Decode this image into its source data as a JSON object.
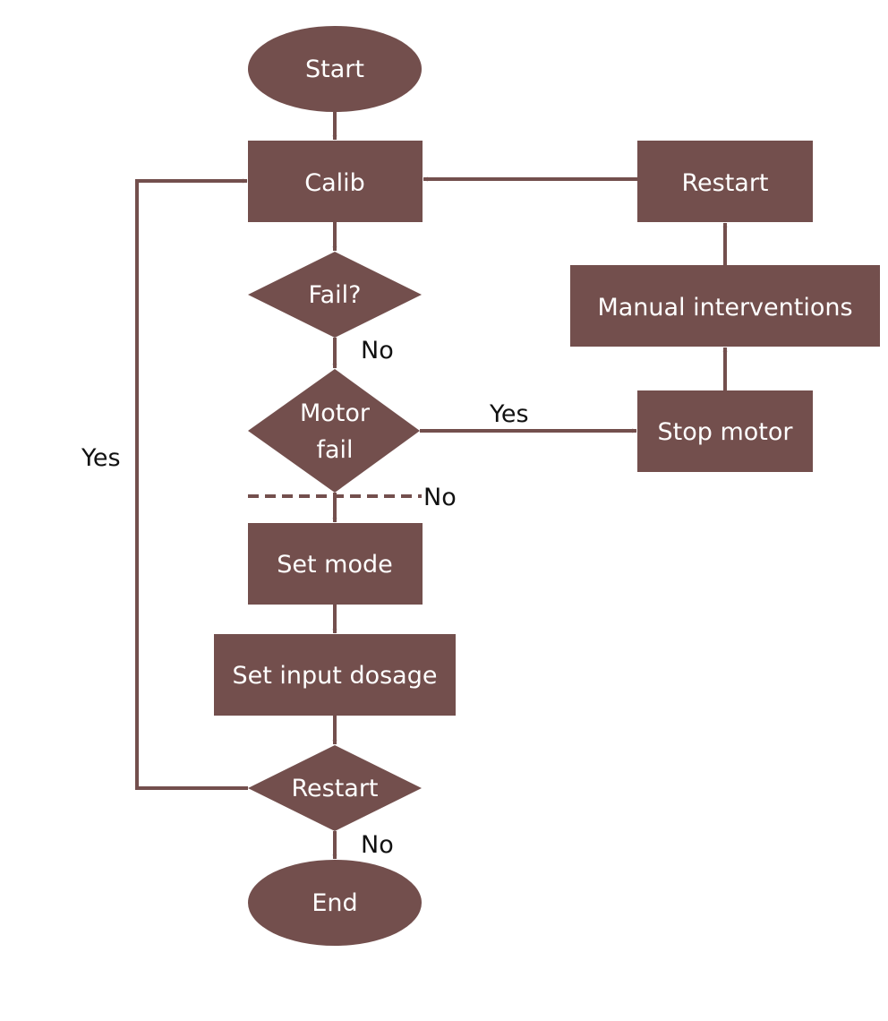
{
  "colors": {
    "node_fill": "#734f4d",
    "node_text": "#ffffff",
    "edge": "#734f4d",
    "label_text": "#111111",
    "background": "#ffffff"
  },
  "nodes": {
    "start": "Start",
    "calib": "Calib",
    "fail_check": "Fail?",
    "motor_fail_line1": "Motor",
    "motor_fail_line2": "fail",
    "set_mode": "Set mode",
    "set_input_dosage": "Set input dosage",
    "restart_check": "Restart",
    "end": "End",
    "stop_motor": "Stop motor",
    "manual_interventions": "Manual interventions",
    "restart_box": "Restart"
  },
  "edge_labels": {
    "fail_no": "No",
    "motor_yes": "Yes",
    "motor_no": "No",
    "restart_yes": "Yes",
    "restart_no": "No"
  }
}
